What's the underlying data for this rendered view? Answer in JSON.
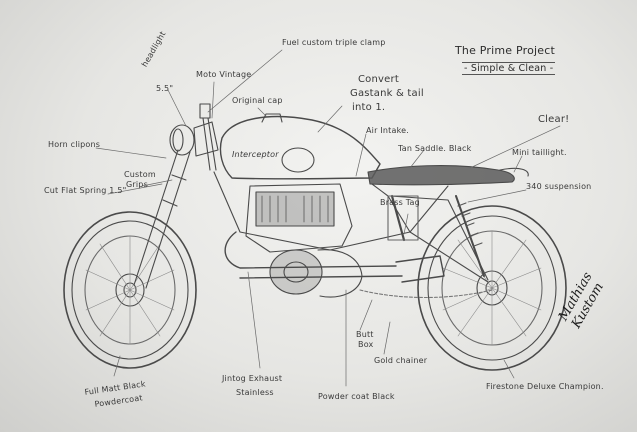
{
  "title": "The Prime Project",
  "subtitle": "- Simple & Clean -",
  "labels": {
    "fuel_cap": "Fuel custom triple clamp",
    "headlight": "headlight",
    "headlight_size": "5.5\"",
    "moto_vintage": "Moto Vintage",
    "original_cap": "Original cap",
    "convert_gastank": "Convert",
    "convert_gastank_2": "Gastank & tail",
    "convert_gastank_3": "into 1.",
    "air_intake": "Air Intake.",
    "clear": "Clear!",
    "tan_saddle": "Tan Saddle. Black",
    "mini_taillight": "Mini taillight.",
    "horn_clipons": "Horn clipons",
    "tank_script": "Interceptor",
    "cut_flat_springs": "Cut Flat Spring 1.5\"",
    "custom_grips": "Custom",
    "custom_grips_2": "Grips",
    "suspension": "340 suspension",
    "brass_tag": "Brass Tag",
    "butt_box": "Butt",
    "butt_box_2": "Box",
    "gold_chain": "Gold chainer",
    "full_matt_black": "Full Matt Black",
    "powdercoat": "Powdercoat",
    "exhaust": "Jintog Exhaust",
    "exhaust_2": "Stainless",
    "powdercoat_black": "Powder coat Black",
    "firestone": "Firestone Deluxe Champion."
  },
  "signature": "Mathias Kustom"
}
